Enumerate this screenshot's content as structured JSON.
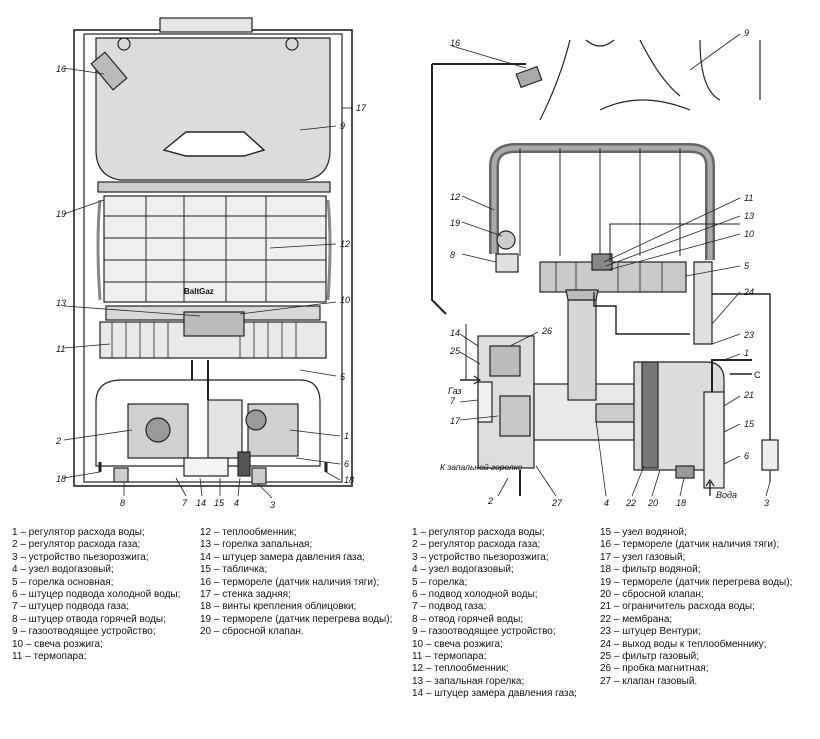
{
  "left_diagram": {
    "brand": "BaltGaz",
    "callouts": [
      "16",
      "17",
      "9",
      "19",
      "12",
      "13",
      "10",
      "11",
      "5",
      "2",
      "1",
      "18",
      "8",
      "7",
      "14",
      "15",
      "4",
      "3",
      "6",
      "18"
    ]
  },
  "right_diagram": {
    "callouts": [
      "16",
      "9",
      "12",
      "11",
      "13",
      "10",
      "19",
      "8",
      "5",
      "24",
      "14",
      "26",
      "25",
      "7",
      "17",
      "23",
      "1",
      "21",
      "15",
      "6",
      "2",
      "27",
      "4",
      "22",
      "20",
      "18",
      "3"
    ],
    "labels": {
      "gas": "Газ",
      "water": "Вода",
      "to_pilot": "К запальной горелке",
      "cold": "C"
    }
  },
  "legend_left": [
    "1 – регулятор расхода воды;",
    "2 – регулятор расхода газа;",
    "3 – устройство пьезорозжига;",
    "4 – узел водогазовый;",
    "5 – горелка основная;",
    "6 – штуцер подвода холодной воды;",
    "7 – штуцер подвода газа;",
    "8 – штуцер отвода горячей воды;",
    "9 – газоотводящее устройство;",
    "10 – свеча розжига;",
    "11 – термопара;",
    "12 – теплообменник;",
    "13 – горелка запальная;",
    "14 – штуцер замера давления газа;",
    "15 – табличка;",
    "16 – термореле (датчик наличия тяги);",
    "17 – стенка задняя;",
    "18 – винты крепления облицовки;",
    "19 – термореле (датчик перегрева воды);",
    "20 – сбросной клапан."
  ],
  "legend_right": [
    "1 – регулятор расхода воды;",
    "2 – регулятор расхода газа;",
    "3 – устройство пьезорозжига;",
    "4 – узел водогазовый;",
    "5 – горелка;",
    "6 – подвод холодной воды;",
    "7 – подвод газа;",
    "8 – отвод горячей воды;",
    "9 – газоотводящее устройство;",
    "10 – свеча розжига;",
    "11 – термопара;",
    "12 – теплообменник;",
    "13 – запальная горелка;",
    "14 – штуцер замера давления газа;",
    "15 – узел водяной;",
    "16 – термореле (датчик наличия тяги);",
    "17 – узел газовый;",
    "18 – фильтр водяной;",
    "19 – термореле (датчик перегрева воды);",
    "20 – сбросной клапан;",
    "21 – ограничитель расхода воды;",
    "22 – мембрана;",
    "23 – штуцер Вентури;",
    "24 – выход воды к теплообменнику;",
    "25 – фильтр газовый;",
    "26 – пробка магнитная;",
    "27 – клапан газовый."
  ]
}
